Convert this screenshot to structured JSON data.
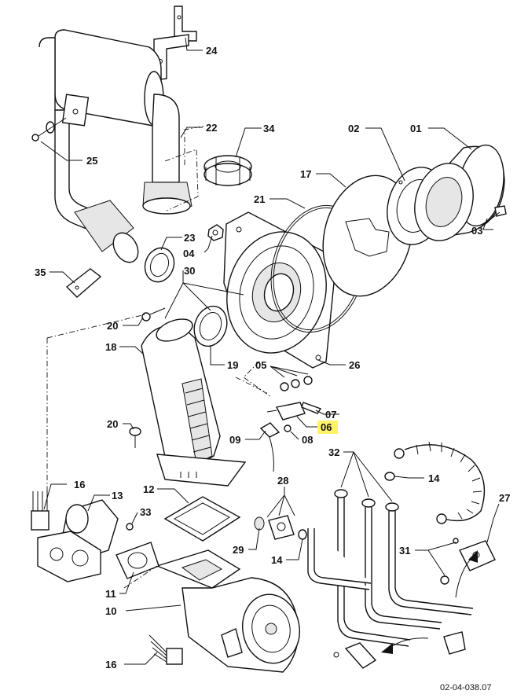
{
  "diagram": {
    "reference_code": "02-04-038.07",
    "highlight_color": "#fff36b",
    "labels": [
      {
        "id": "24",
        "text": "24"
      },
      {
        "id": "22",
        "text": "22"
      },
      {
        "id": "34",
        "text": "34"
      },
      {
        "id": "02",
        "text": "02"
      },
      {
        "id": "01",
        "text": "01"
      },
      {
        "id": "25",
        "text": "25"
      },
      {
        "id": "17",
        "text": "17"
      },
      {
        "id": "21",
        "text": "21"
      },
      {
        "id": "23",
        "text": "23"
      },
      {
        "id": "04",
        "text": "04"
      },
      {
        "id": "03",
        "text": "03"
      },
      {
        "id": "35",
        "text": "35"
      },
      {
        "id": "30",
        "text": "30"
      },
      {
        "id": "20a",
        "text": "20"
      },
      {
        "id": "18",
        "text": "18"
      },
      {
        "id": "19",
        "text": "19"
      },
      {
        "id": "05",
        "text": "05"
      },
      {
        "id": "26",
        "text": "26"
      },
      {
        "id": "07",
        "text": "07"
      },
      {
        "id": "20b",
        "text": "20"
      },
      {
        "id": "06",
        "text": "06"
      },
      {
        "id": "09",
        "text": "09"
      },
      {
        "id": "08",
        "text": "08"
      },
      {
        "id": "32",
        "text": "32"
      },
      {
        "id": "14a",
        "text": "14"
      },
      {
        "id": "16a",
        "text": "16"
      },
      {
        "id": "13",
        "text": "13"
      },
      {
        "id": "12",
        "text": "12"
      },
      {
        "id": "28",
        "text": "28"
      },
      {
        "id": "33",
        "text": "33"
      },
      {
        "id": "27",
        "text": "27"
      },
      {
        "id": "29",
        "text": "29"
      },
      {
        "id": "14b",
        "text": "14"
      },
      {
        "id": "31",
        "text": "31"
      },
      {
        "id": "11",
        "text": "11"
      },
      {
        "id": "10",
        "text": "10"
      },
      {
        "id": "16b",
        "text": "16"
      }
    ]
  }
}
